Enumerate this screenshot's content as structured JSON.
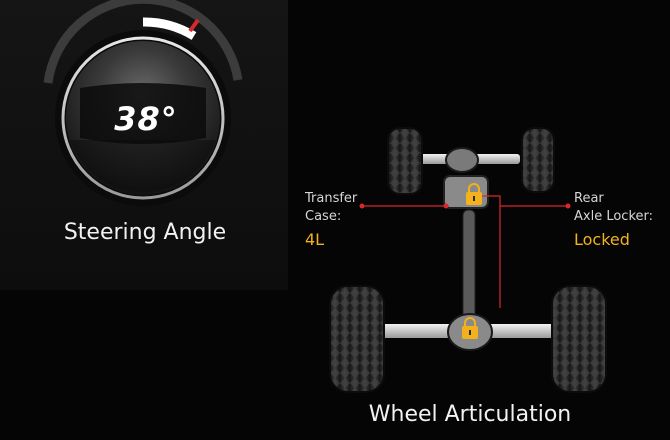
{
  "steering": {
    "angle_text": "38°",
    "label": "Steering Angle",
    "angle_fraction": 0.38,
    "accent_color": "#d8282c"
  },
  "articulation": {
    "transfer_case": {
      "label_line1": "Transfer",
      "label_line2": "Case:",
      "value": "4L"
    },
    "rear_axle_locker": {
      "label_line1": "Rear",
      "label_line2": "Axle Locker:",
      "value": "Locked"
    },
    "label": "Wheel Articulation",
    "value_color": "#f3b21c",
    "lock_icon": "padlock-icon"
  }
}
